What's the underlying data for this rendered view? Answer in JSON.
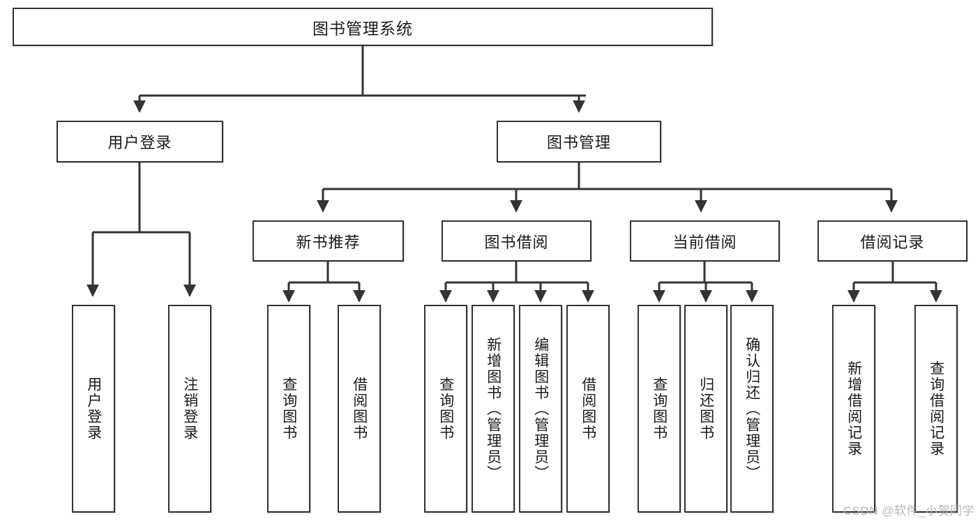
{
  "diagram": {
    "title": "图书管理系统",
    "watermark": "CSDN @软件_小贺同学",
    "levels": {
      "level1": {
        "label": "图书管理系统"
      },
      "level2": [
        {
          "label": "用户登录"
        },
        {
          "label": "图书管理"
        }
      ],
      "level3": [
        {
          "label": "新书推荐"
        },
        {
          "label": "图书借阅"
        },
        {
          "label": "当前借阅"
        },
        {
          "label": "借阅记录"
        }
      ],
      "level4": {
        "user_login_children": [
          {
            "label": "用户登录"
          },
          {
            "label": "注销登录"
          }
        ],
        "new_book_children": [
          {
            "label": "查询图书"
          },
          {
            "label": "借阅图书"
          }
        ],
        "book_borrow_children": [
          {
            "label": "查询图书"
          },
          {
            "label": "新增图书（管理员）"
          },
          {
            "label": "编辑图书（管理员）"
          },
          {
            "label": "借阅图书"
          }
        ],
        "current_borrow_children": [
          {
            "label": "查询图书"
          },
          {
            "label": "归还图书"
          },
          {
            "label": "确认归还（管理员）"
          }
        ],
        "borrow_record_children": [
          {
            "label": "新增借阅记录"
          },
          {
            "label": "查询借阅记录"
          }
        ]
      }
    },
    "colors": {
      "stroke": "#333333",
      "fill": "#ffffff",
      "text": "#1a1a1a",
      "watermark": "#b6b6b6"
    }
  }
}
